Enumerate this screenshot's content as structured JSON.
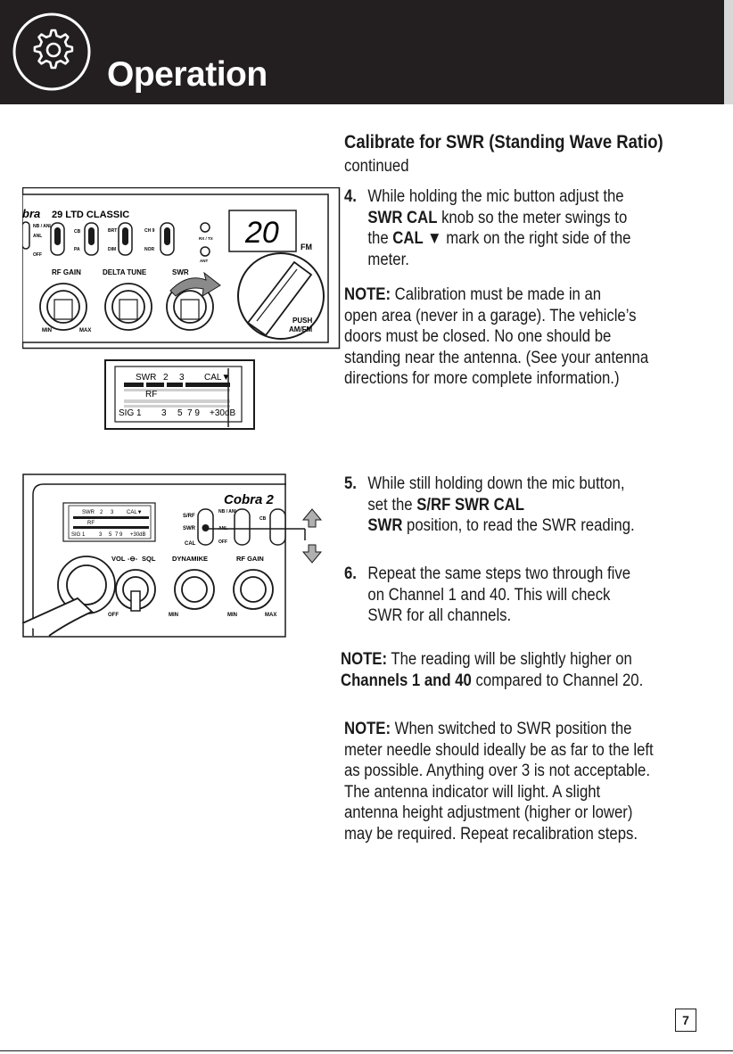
{
  "header": {
    "title": "Operation",
    "icon": "gear-icon"
  },
  "section": {
    "heading": "Calibrate for SWR (Standing Wave Ratio)",
    "subheading": "continued"
  },
  "steps": [
    {
      "number": "4.",
      "lines": [
        [
          {
            "t": "While holding the mic button adjust the"
          }
        ],
        [
          {
            "t": "SWR CAL",
            "b": true
          },
          {
            "t": " knob so the meter swings to"
          }
        ],
        [
          {
            "t": "the "
          },
          {
            "t": "CAL ▼",
            "b": true
          },
          {
            "t": " mark on the right side of the"
          }
        ],
        [
          {
            "t": "meter."
          }
        ]
      ]
    },
    {
      "number": "5.",
      "lines": [
        [
          {
            "t": "While still holding down the mic button,"
          }
        ],
        [
          {
            "t": "set the "
          },
          {
            "t": "S/RF SWR CAL",
            "b": true
          }
        ],
        [
          {
            "t": "SWR",
            "b": true
          },
          {
            "t": "  position, to read the SWR reading."
          }
        ]
      ]
    },
    {
      "number": "6.",
      "lines": [
        [
          {
            "t": "Repeat the same steps two through five"
          }
        ],
        [
          {
            "t": "on Channel 1 and 40. This will check"
          }
        ],
        [
          {
            "t": "SWR for all channels."
          }
        ]
      ]
    }
  ],
  "notes": [
    {
      "lines": [
        [
          {
            "t": "NOTE:",
            "b": true
          },
          {
            "t": " Calibration must be made in an"
          }
        ],
        [
          {
            "t": "open area (never in a garage). The vehicle’s"
          }
        ],
        [
          {
            "t": "doors must be closed. No one should be"
          }
        ],
        [
          {
            "t": "standing near the antenna. (See your antenna"
          }
        ],
        [
          {
            "t": "directions for more complete information.)"
          }
        ]
      ]
    },
    {
      "lines": [
        [
          {
            "t": "NOTE:",
            "b": true
          },
          {
            "t": " The reading will be slightly higher on"
          }
        ],
        [
          {
            "t": "Channels 1 and 40",
            "b": true
          },
          {
            "t": " compared to Channel 20."
          }
        ]
      ]
    },
    {
      "lines": [
        [
          {
            "t": "NOTE:",
            "b": true
          },
          {
            "t": " When switched to SWR position the"
          }
        ],
        [
          {
            "t": "meter needle should ideally be as far to the left"
          }
        ],
        [
          {
            "t": "as possible. Anything over 3 is not acceptable."
          }
        ],
        [
          {
            "t": "The antenna indicator will light. A slight"
          }
        ],
        [
          {
            "t": "antenna height adjustment (higher or lower)"
          }
        ],
        [
          {
            "t": "may be required. Repeat recalibration steps."
          }
        ]
      ]
    }
  ],
  "radio1": {
    "brand": "bra",
    "model": "29 LTD CLASSIC",
    "display": "20",
    "fm": "FM",
    "labels": {
      "nb_anl": "NB / ANL",
      "anl": "ANL",
      "off": "OFF",
      "cb": "CB",
      "pa": "PA",
      "brt": "BRT",
      "dim": "DIM",
      "ch9": "CH 9",
      "nor": "NOR",
      "rxtx": "RX / TX",
      "ant": "ANT",
      "rf_gain": "RF GAIN",
      "delta_tune": "DELTA TUNE",
      "swr": "SWR",
      "min": "MIN",
      "max": "MAX",
      "push": "PUSH",
      "amfm": "AM/FM"
    }
  },
  "meter": {
    "swr": "SWR",
    "two": "2",
    "three": "3",
    "cal": "CAL▼",
    "rf": "RF",
    "sig": "SIG 1",
    "s3": "3",
    "s5": "5",
    "s79": "7 9",
    "db": "+30dB"
  },
  "radio2": {
    "brand": "Cobra 2",
    "meter": {
      "swr": "SWR",
      "two": "2",
      "three": "3",
      "cal": "CAL▼",
      "rf": "RF",
      "sig": "SIG 1",
      "s3": "3",
      "s5": "5",
      "s79": "7 9",
      "db": "+30dB"
    },
    "labels": {
      "srf": "S/RF",
      "swr": "SWR",
      "cal": "CAL",
      "nb_anl": "NB / ANL",
      "anl": "ANL",
      "off": "OFF",
      "cb": "CB",
      "vol": "VOL",
      "sql": "SQL",
      "dynamike": "DYNAMIKE",
      "rf_gain": "RF GAIN",
      "off2": "OFF",
      "min": "MIN",
      "min2": "MIN",
      "max": "MAX"
    }
  },
  "page_number": "7"
}
